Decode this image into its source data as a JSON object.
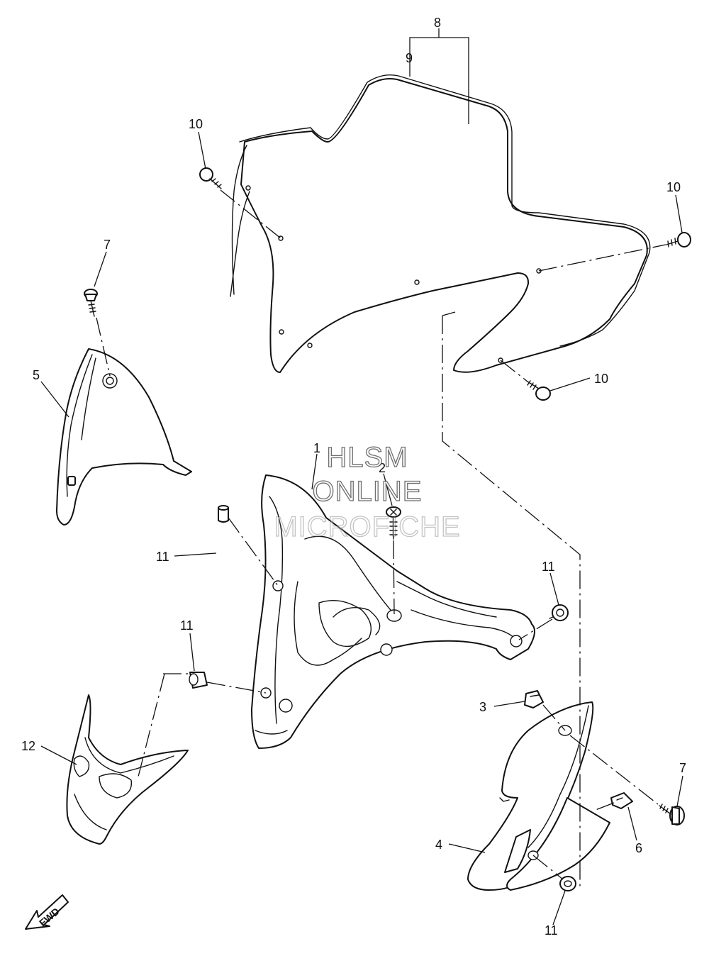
{
  "callouts": {
    "c1": "1",
    "c2": "2",
    "c3": "3",
    "c4": "4",
    "c5": "5",
    "c6": "6",
    "c7a": "7",
    "c7b": "7",
    "c8": "8",
    "c9": "9",
    "c10a": "10",
    "c10b": "10",
    "c10c": "10",
    "c11a": "11",
    "c11b": "11",
    "c11c": "11",
    "c11d": "11",
    "c12": "12"
  },
  "watermark": {
    "line1": "HLSM",
    "line2": "ONLINE",
    "line3": "MICROFICHE"
  },
  "direction_badge": "FWD"
}
